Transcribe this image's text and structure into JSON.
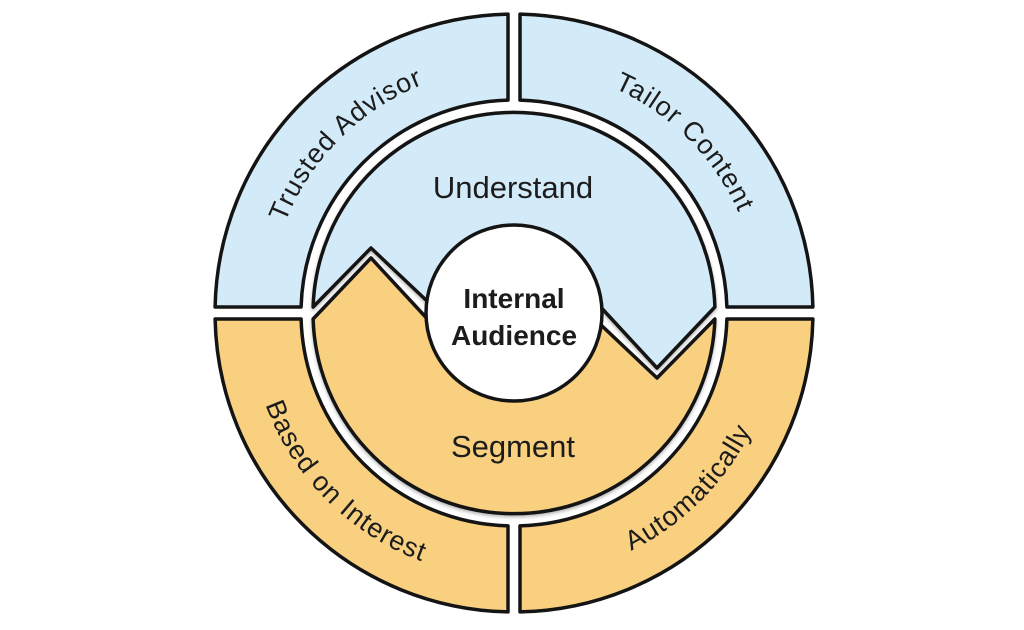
{
  "colors": {
    "blue_fill": "#d3eaf8",
    "orange_fill": "#f8d080",
    "outline": "#141414",
    "circle_fill": "#ffffff",
    "background": "#ffffff",
    "text": "#1c1c1c"
  },
  "wheel": {
    "outer_ring": {
      "top_left_label": "Trusted Advisor",
      "top_right_label": "Tailor Content",
      "bottom_right_label": "Automatically",
      "bottom_left_label": "Based on Interest"
    },
    "inner_ring": {
      "top_label": "Understand",
      "bottom_label": "Segment"
    },
    "center": {
      "line1": "Internal",
      "line2": "Audience"
    }
  }
}
